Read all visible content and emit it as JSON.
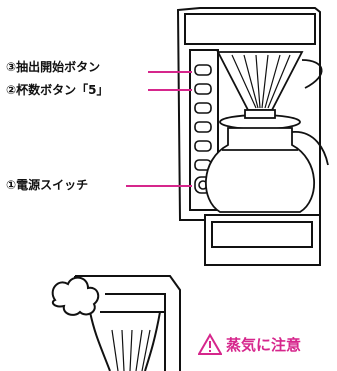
{
  "labels": {
    "start_brew": "③抽出開始ボタン",
    "cup_count": "②杯数ボタン「5」",
    "power_switch": "①電源スイッチ"
  },
  "warning": {
    "icon": "warning-triangle-icon",
    "text": "蒸気に注意",
    "color": "#d6268c"
  },
  "colors": {
    "leader": "#d6268c",
    "outline": "#111111"
  }
}
